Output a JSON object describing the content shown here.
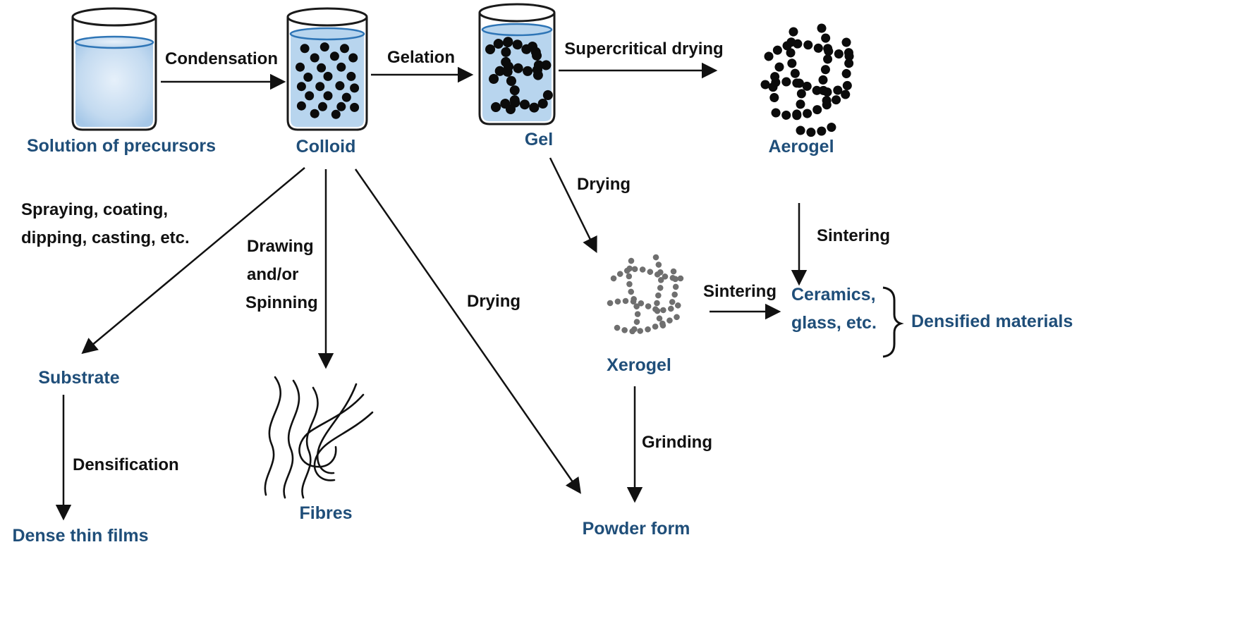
{
  "colors": {
    "node_label": "#1F4E79",
    "process_label": "#111111",
    "liquid_fill": "#B8D5EE",
    "liquid_fill_light": "#DCEAF8",
    "liquid_edge": "#2E75B6",
    "glass_stroke": "#1a1a1a",
    "arrow": "#111111",
    "particle_black": "#0b0b0b",
    "particle_gray": "#6f6f6f"
  },
  "nodes": {
    "solution": {
      "label": "Solution of precursors"
    },
    "colloid": {
      "label": "Colloid"
    },
    "gel": {
      "label": "Gel"
    },
    "aerogel": {
      "label": "Aerogel"
    },
    "substrate": {
      "label": "Substrate"
    },
    "fibres": {
      "label": "Fibres"
    },
    "xerogel": {
      "label": "Xerogel"
    },
    "powder": {
      "label": "Powder form"
    },
    "dense_thin_films": {
      "label": "Dense thin films"
    },
    "ceramics": {
      "line1": "Ceramics,",
      "line2": "glass, etc."
    },
    "densified": {
      "label": "Densified materials"
    }
  },
  "processes": {
    "condensation": {
      "label": "Condensation"
    },
    "gelation": {
      "label": "Gelation"
    },
    "supercritical_drying": {
      "label": "Supercritical drying"
    },
    "spraying": {
      "line1": "Spraying, coating,",
      "line2": "dipping, casting, etc."
    },
    "drawing_spinning": {
      "line1": "Drawing",
      "line2": "and/or",
      "line3": "Spinning"
    },
    "drying_to_powder": {
      "label": "Drying"
    },
    "drying_to_xerogel": {
      "label": "Drying"
    },
    "sintering_from_aerogel": {
      "label": "Sintering"
    },
    "sintering_from_xerogel": {
      "label": "Sintering"
    },
    "grinding": {
      "label": "Grinding"
    },
    "densification": {
      "label": "Densification"
    }
  }
}
